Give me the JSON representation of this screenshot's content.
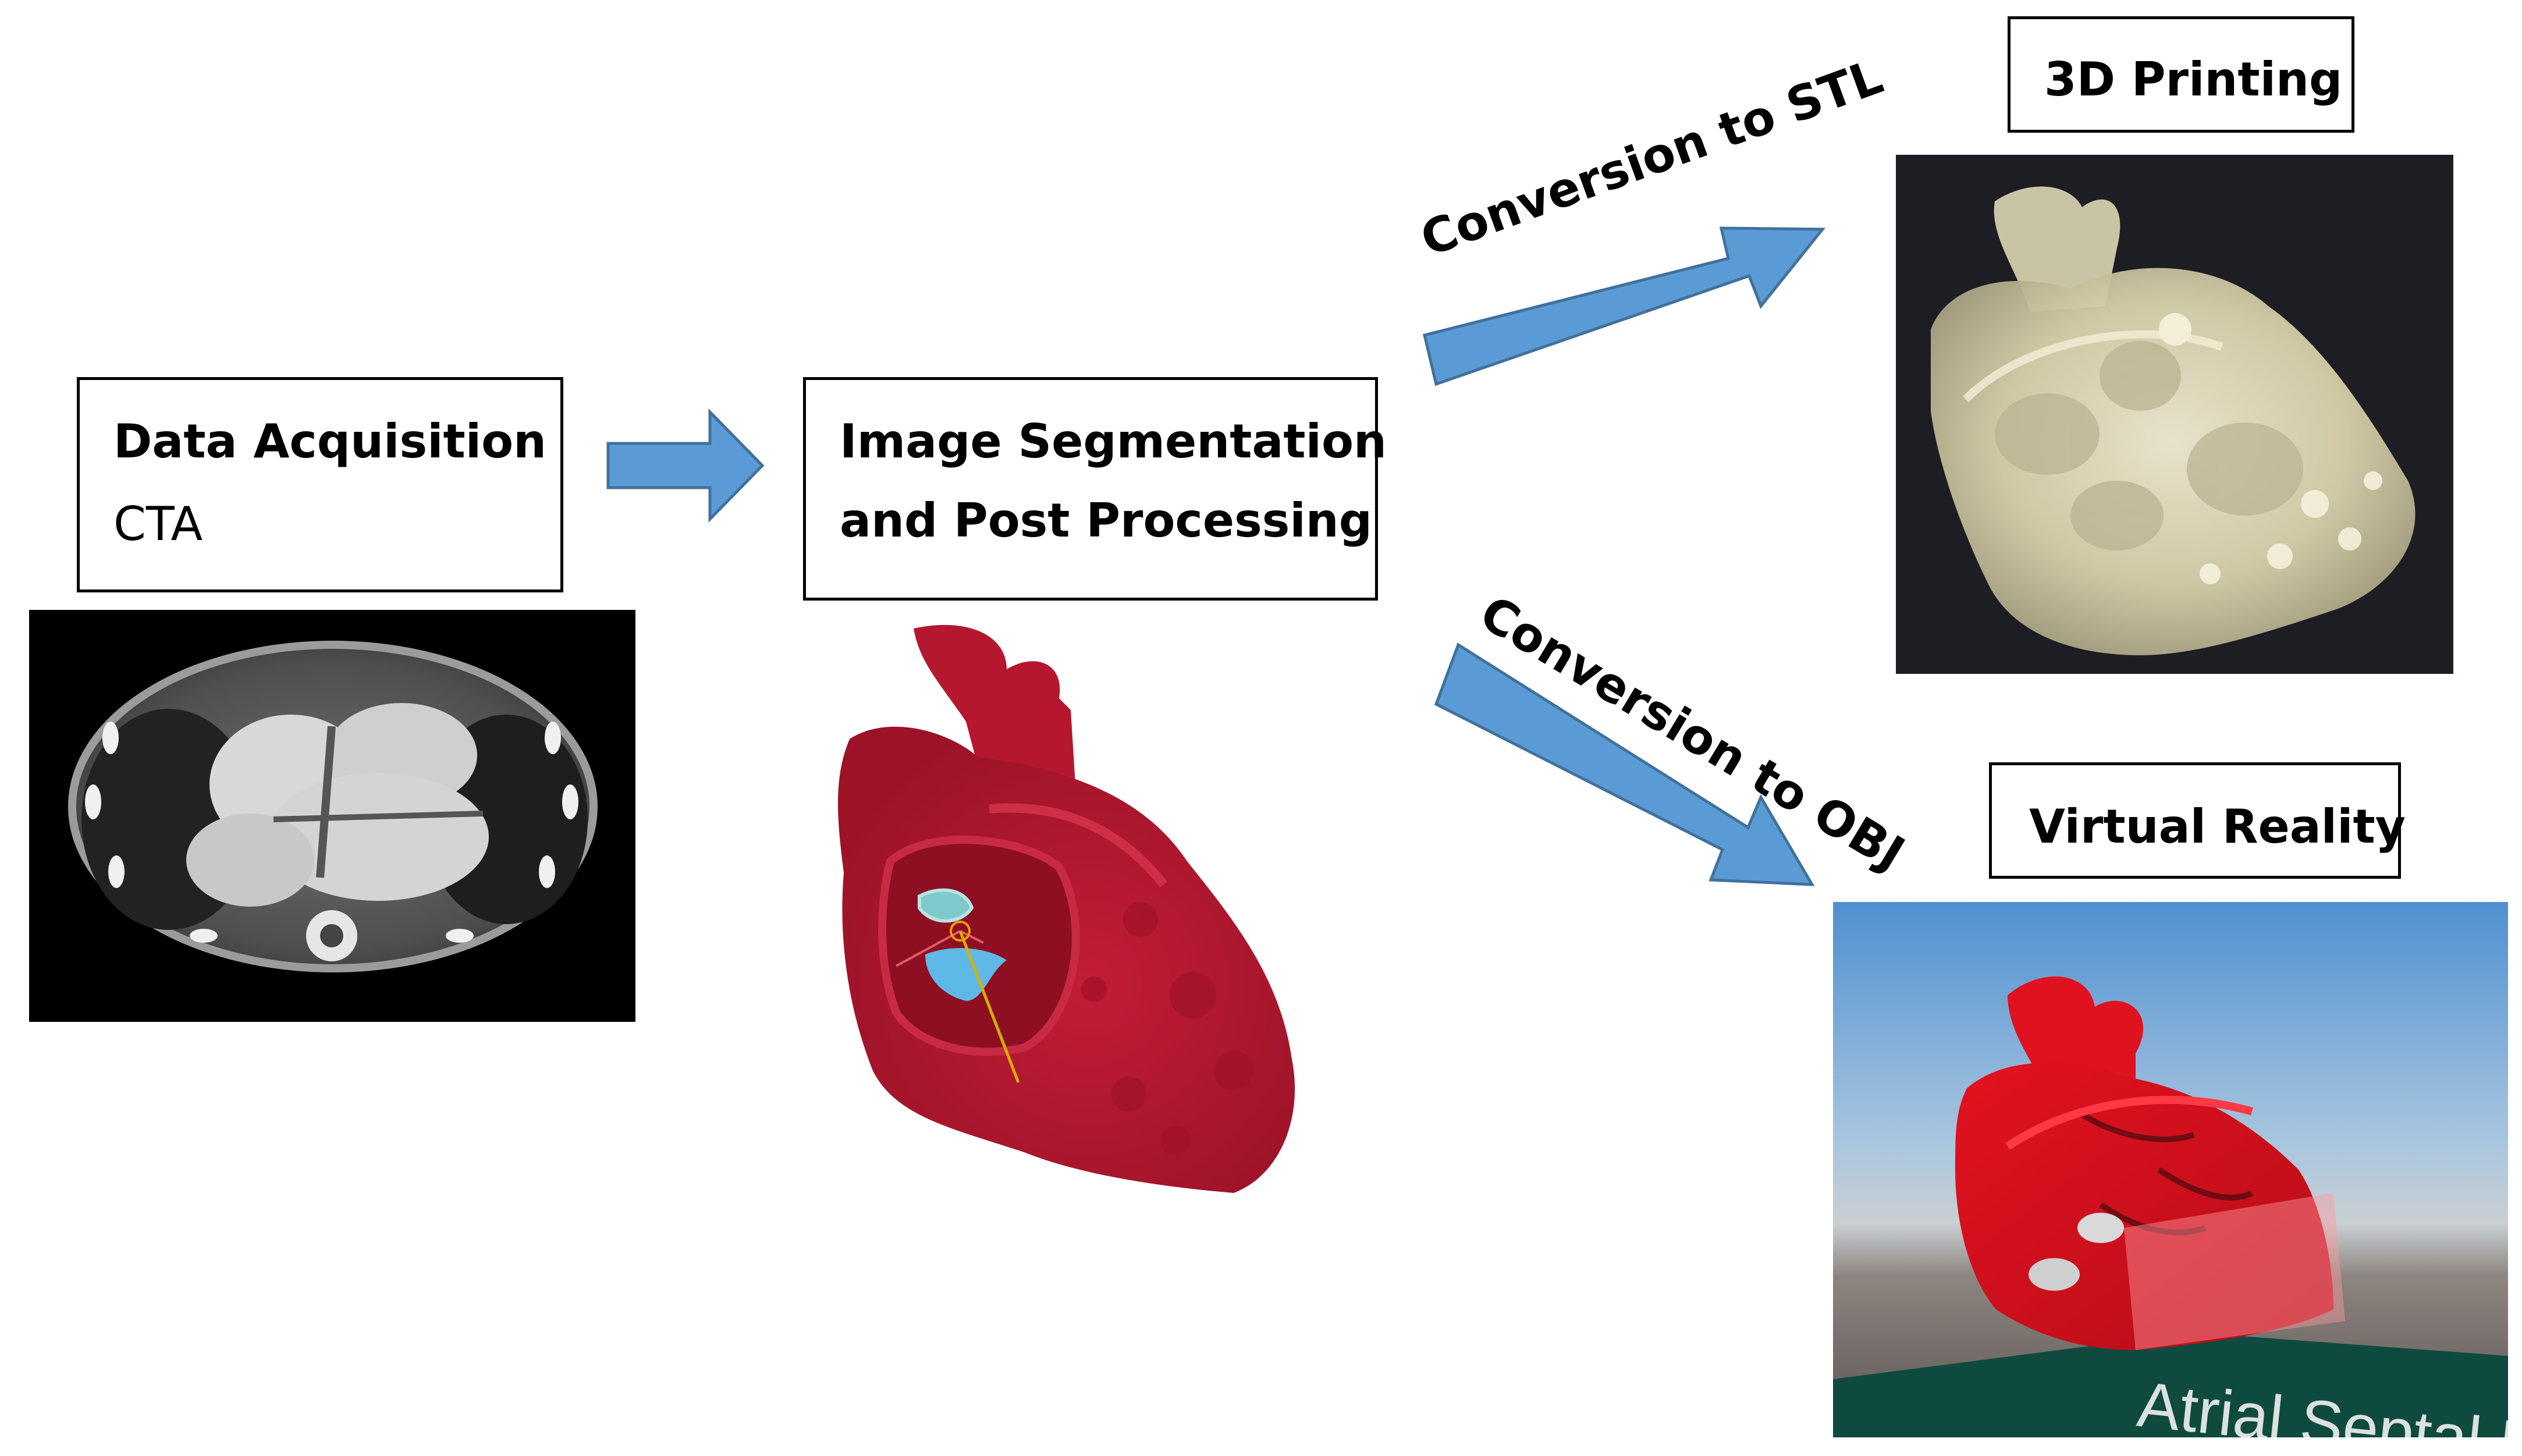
{
  "steps": {
    "acquisition": {
      "title": "Data Acquisition",
      "subtitle": "CTA"
    },
    "segmentation": {
      "title_line1": "Image Segmentation",
      "title_line2": "and Post Processing"
    },
    "printing": {
      "title": "3D Printing"
    },
    "vr": {
      "title": "Virtual Reality",
      "sign_text": "Atrial Septal D"
    }
  },
  "arrows": {
    "to_stl": "Conversion to STL",
    "to_obj": "Conversion to OBJ"
  },
  "colors": {
    "arrow_fill": "#5b9bd5",
    "arrow_stroke": "#41719c",
    "heart_red": "#b5172f",
    "vr_red": "#d6101f"
  }
}
